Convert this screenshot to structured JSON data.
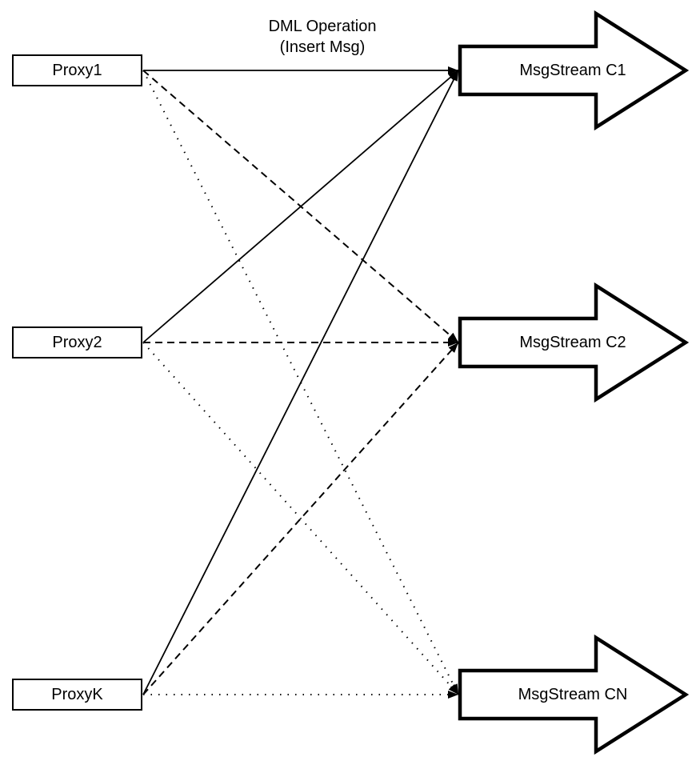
{
  "title": {
    "line1": "DML Operation",
    "line2": "(Insert Msg)"
  },
  "proxies": [
    {
      "id": "proxy1",
      "label": "Proxy1"
    },
    {
      "id": "proxy2",
      "label": "Proxy2"
    },
    {
      "id": "proxyk",
      "label": "ProxyK"
    }
  ],
  "streams": [
    {
      "id": "c1",
      "label": "MsgStream C1",
      "incoming_line_style": "solid"
    },
    {
      "id": "c2",
      "label": "MsgStream C2",
      "incoming_line_style": "dashed"
    },
    {
      "id": "cn",
      "label": "MsgStream CN",
      "incoming_line_style": "dotted"
    }
  ],
  "connections": [
    {
      "from": "proxy1",
      "to": "c1",
      "style": "solid"
    },
    {
      "from": "proxy1",
      "to": "c2",
      "style": "dashed"
    },
    {
      "from": "proxy1",
      "to": "cn",
      "style": "dotted"
    },
    {
      "from": "proxy2",
      "to": "c1",
      "style": "solid"
    },
    {
      "from": "proxy2",
      "to": "c2",
      "style": "dashed"
    },
    {
      "from": "proxy2",
      "to": "cn",
      "style": "dotted"
    },
    {
      "from": "proxyk",
      "to": "c1",
      "style": "solid"
    },
    {
      "from": "proxyk",
      "to": "c2",
      "style": "dashed"
    },
    {
      "from": "proxyk",
      "to": "cn",
      "style": "dotted"
    }
  ],
  "colors": {
    "line": "#000000",
    "shape_border": "#000000",
    "shape_fill": "#ffffff",
    "text": "#000000",
    "background": "#ffffff"
  }
}
